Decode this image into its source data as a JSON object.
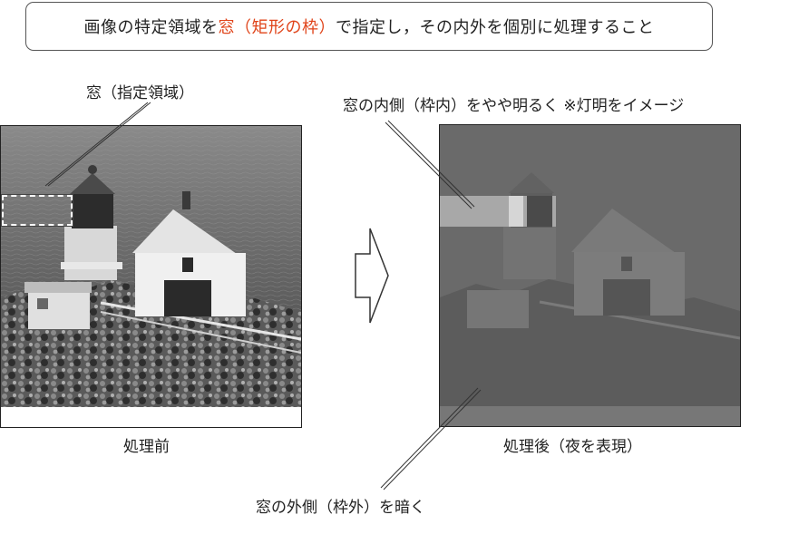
{
  "title": {
    "part1": "画像の特定領域を",
    "highlight": "窓（矩形の枠）",
    "part2": "で指定し，その内外を個別に処理すること",
    "highlight_color": "#e0441a"
  },
  "labels": {
    "window_region": "窓（指定領域）",
    "inside_window": "窓の内側（枠内）をやや明るく ※灯明をイメージ",
    "outside_window": "窓の外側（枠外）を暗く",
    "before_caption": "処理前",
    "after_caption": "処理後（夜を表現）"
  },
  "icons": {
    "arrow": "right-arrow-outline-icon"
  }
}
